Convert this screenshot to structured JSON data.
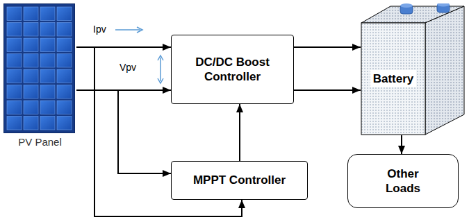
{
  "diagram": {
    "nodes": [
      {
        "text": [
          "PV Panel"
        ]
      },
      {
        "text": [
          "DC/DC Boost Controller"
        ]
      },
      {
        "text": [
          "Battery"
        ]
      },
      {
        "text": [
          "MPPT Controller"
        ]
      },
      {
        "text": [
          "Other Loads"
        ]
      }
    ],
    "edges": [
      {
        "from": 0,
        "to": 1,
        "arrow": "to"
      },
      {
        "from": 0,
        "to": 1,
        "arrow": "to"
      },
      {
        "from": 0,
        "to": 3,
        "arrow": "to"
      },
      {
        "from": 0,
        "to": 3,
        "arrow": "to"
      },
      {
        "from": 3,
        "to": 1,
        "arrow": "to"
      },
      {
        "from": 1,
        "to": 2,
        "arrow": "to"
      },
      {
        "from": 1,
        "to": 2,
        "arrow": "to"
      },
      {
        "from": 2,
        "to": 4,
        "arrow": "to"
      }
    ],
    "labels": [
      "Ipv",
      "Vpv"
    ]
  }
}
